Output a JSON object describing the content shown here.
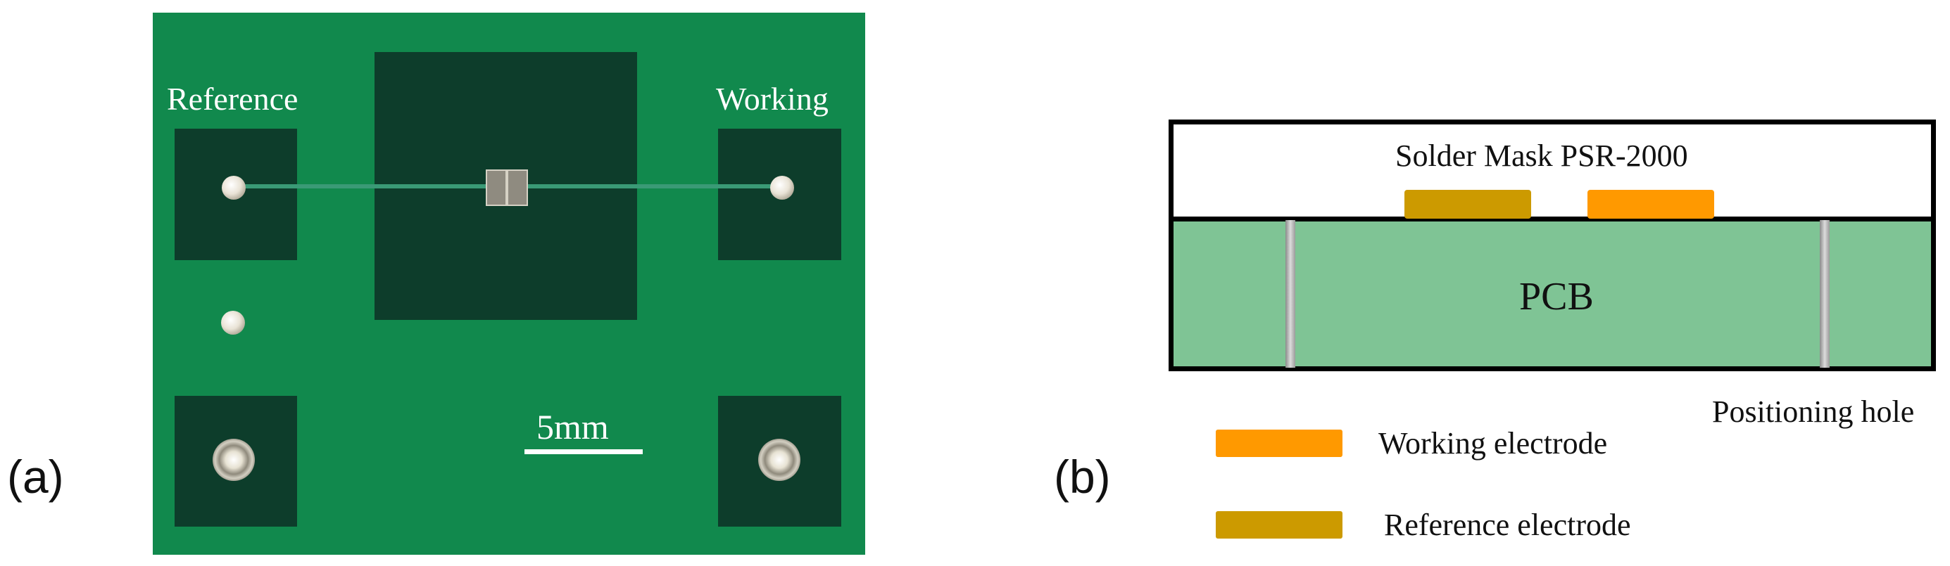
{
  "panel_a": {
    "label": "(a)",
    "reference_label": "Reference",
    "working_label": "Working",
    "scale_label": "5mm"
  },
  "panel_b": {
    "label": "(b)",
    "solder_mask_label": "Solder Mask PSR-2000",
    "pcb_label": "PCB",
    "positioning_hole_label": "Positioning hole",
    "legend": [
      {
        "label": "Working electrode",
        "color": "#ff9900"
      },
      {
        "label": "Reference electrode",
        "color": "#cc9a00"
      }
    ]
  },
  "colors": {
    "pcb_photo_green": "#11894d",
    "pad_dark": "#0d3d2b",
    "pcb_schematic_green": "#7fc495"
  }
}
